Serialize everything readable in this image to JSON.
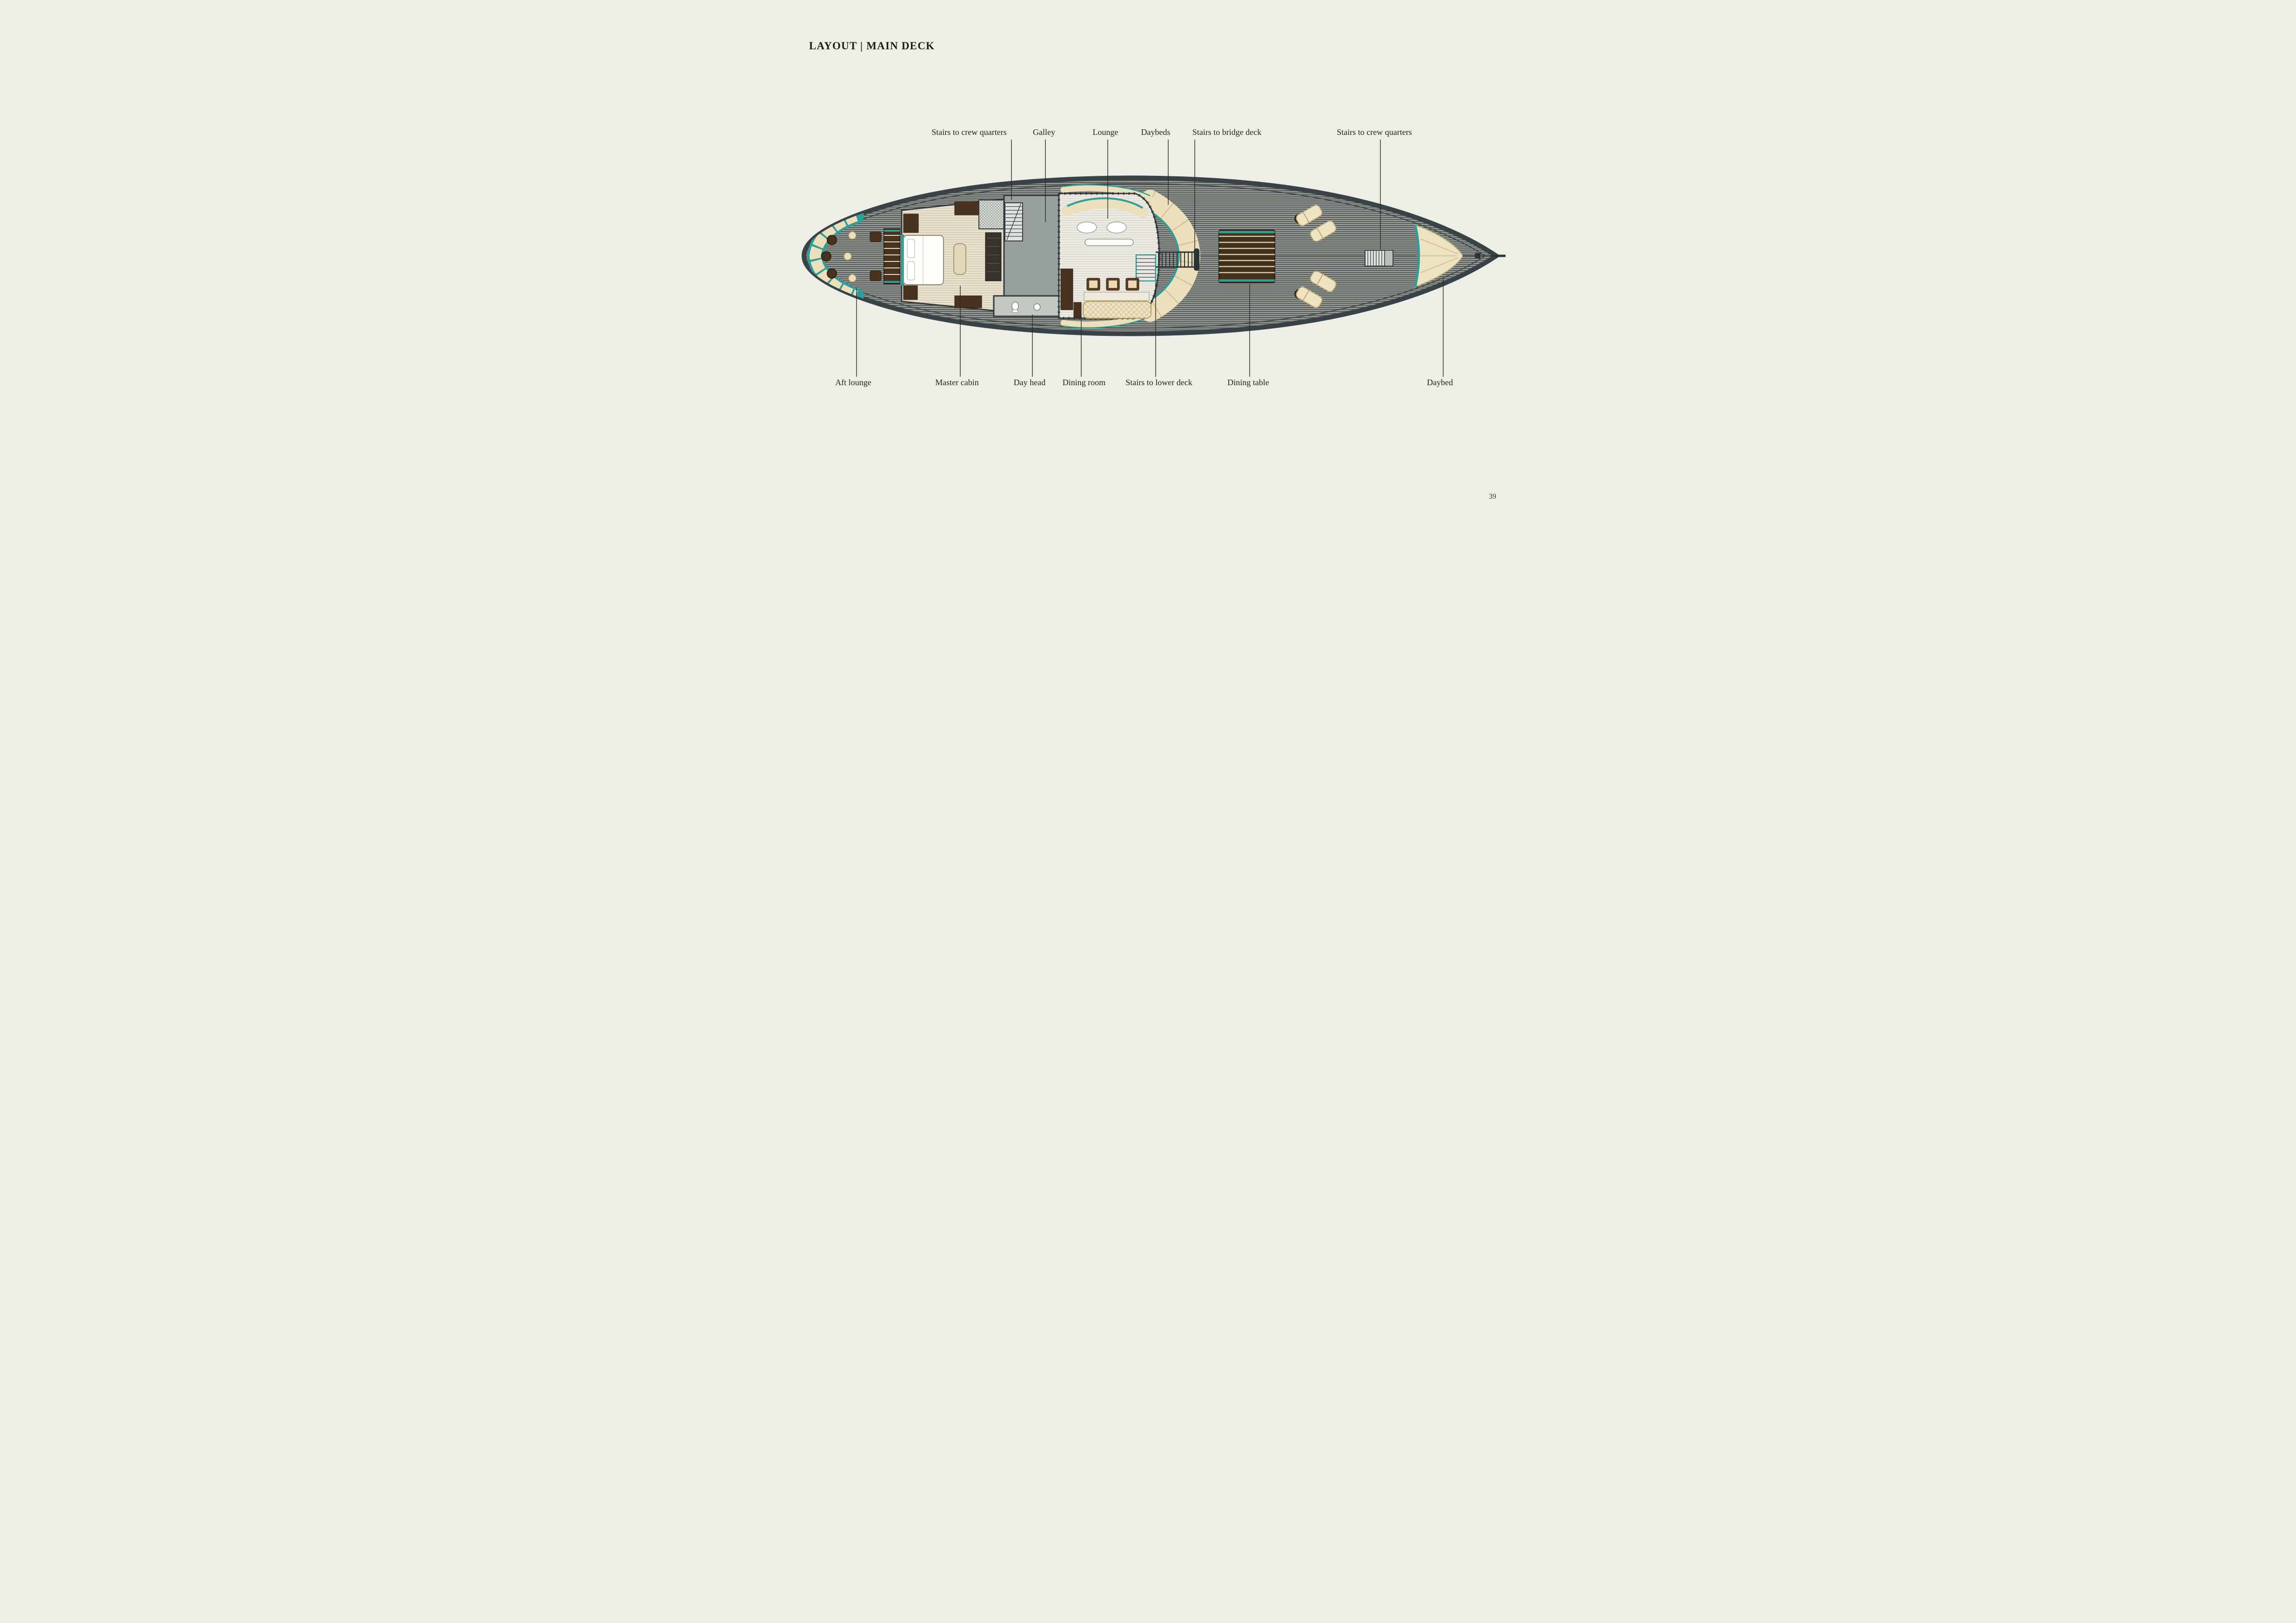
{
  "page": {
    "title": "LAYOUT | MAIN DECK",
    "page_number": "39"
  },
  "colors": {
    "background": "#edefe6",
    "hull_outline": "#394246",
    "teal_accent": "#2f9d98",
    "cushion_cream": "#ecdfbc",
    "wood_brown": "#4a3220",
    "label_text": "#23211b"
  },
  "callouts": {
    "top": [
      {
        "label": "Stairs to crew quarters"
      },
      {
        "label": "Galley"
      },
      {
        "label": "Lounge"
      },
      {
        "label": "Daybeds"
      },
      {
        "label": "Stairs to bridge deck"
      },
      {
        "label": "Stairs to crew quarters"
      }
    ],
    "bottom": [
      {
        "label": "Aft lounge"
      },
      {
        "label": "Master cabin"
      },
      {
        "label": "Day head"
      },
      {
        "label": "Dining room"
      },
      {
        "label": "Stairs to lower deck"
      },
      {
        "label": "Dining table"
      },
      {
        "label": "Daybed"
      }
    ]
  }
}
